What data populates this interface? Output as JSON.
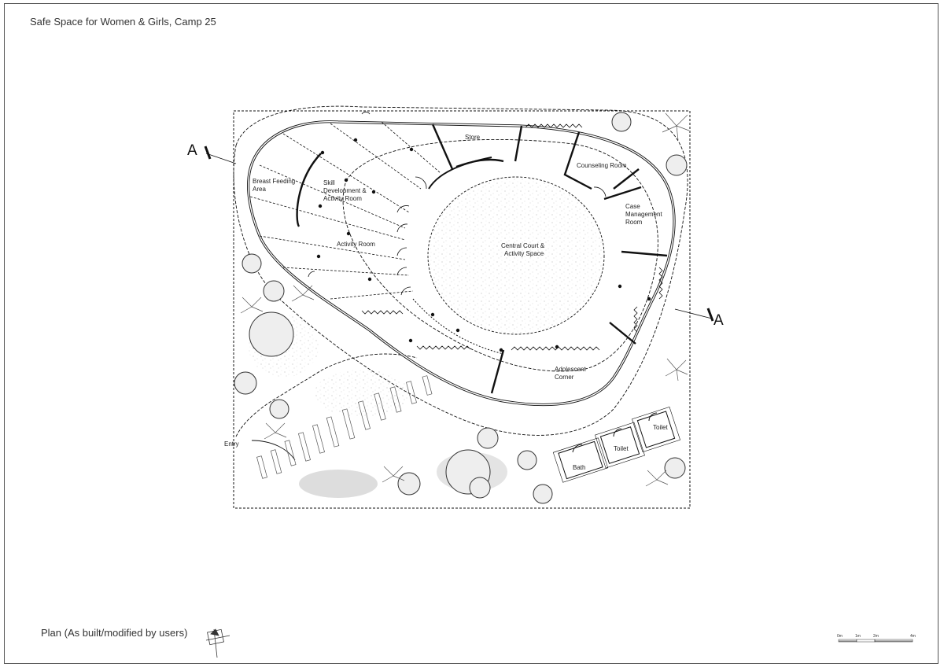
{
  "title": "Safe Space for Women & Girls, Camp 25",
  "caption": "Plan (As built/modified by users)",
  "section_marks": [
    "A",
    "A"
  ],
  "rooms": [
    {
      "id": "store",
      "lines": [
        "Store"
      ]
    },
    {
      "id": "counseling",
      "lines": [
        "Counseling Room"
      ]
    },
    {
      "id": "breastfeeding",
      "lines": [
        "Breast Feeding",
        "Area"
      ]
    },
    {
      "id": "skill",
      "lines": [
        "Skill",
        "Development &",
        "Activity Room"
      ]
    },
    {
      "id": "case",
      "lines": [
        "Case",
        "Management",
        "Room"
      ]
    },
    {
      "id": "activity",
      "lines": [
        "Activity Room"
      ]
    },
    {
      "id": "central",
      "lines": [
        "Central Court &",
        "Activity Space"
      ]
    },
    {
      "id": "adolescent",
      "lines": [
        "Adolescent",
        "Corner"
      ]
    },
    {
      "id": "toilet1",
      "lines": [
        "Toilet"
      ]
    },
    {
      "id": "toilet2",
      "lines": [
        "Toilet"
      ]
    },
    {
      "id": "bath",
      "lines": [
        "Bath"
      ]
    },
    {
      "id": "entry",
      "lines": [
        "Entry"
      ]
    }
  ],
  "scale_bar": [
    "0m",
    "1m",
    "2m",
    "4m"
  ],
  "colors": {
    "ink": "#111111",
    "tree": "#555555",
    "hatch": "#bbbbbb"
  }
}
